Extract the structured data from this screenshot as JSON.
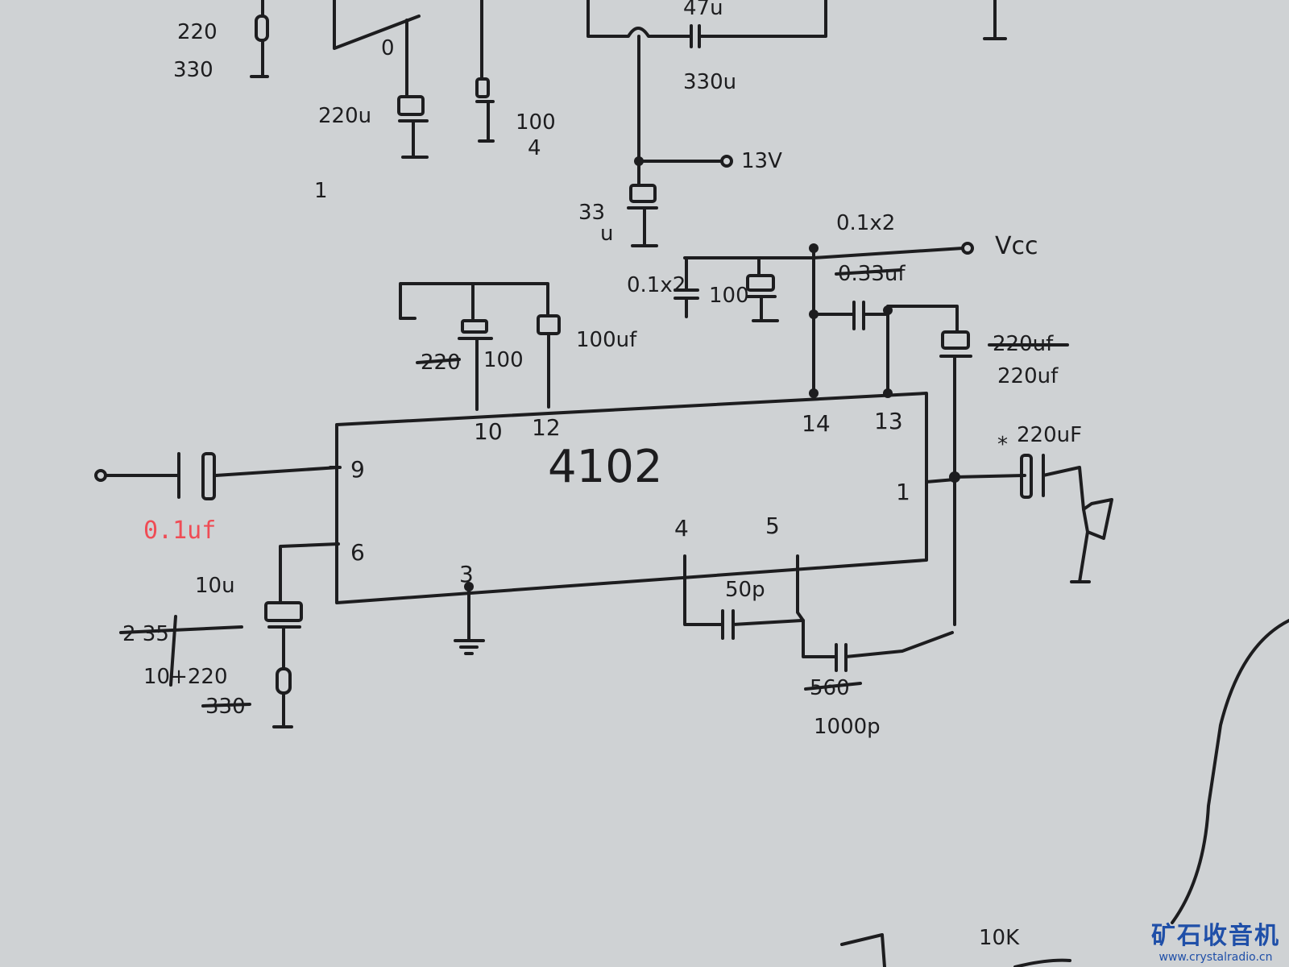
{
  "colors": {
    "ink": "#1d1d1f",
    "paper": "#cfd2d4",
    "red_label": "#ef4c55",
    "watermark": "#1f4fa8"
  },
  "top_section": {
    "left_resistor": [
      "220",
      "330"
    ],
    "cap_220u": "220u",
    "pin_mark": "0",
    "res_100": [
      "100",
      "4"
    ],
    "bottom_left_mark": "1",
    "cap_47u": "47u",
    "cap_330u": "330u",
    "rail_13v": "13V",
    "cap_33u": "33",
    "cap_33u_unit": "u"
  },
  "ic": {
    "part_number": "4102",
    "pins": {
      "p9": "9",
      "p6": "6",
      "p10": "10",
      "p12": "12",
      "p14": "14",
      "p13": "13",
      "p1": "1",
      "p3": "3",
      "p4": "4",
      "p5": "5"
    }
  },
  "components": {
    "input_cap": "0.1uf",
    "cap_10u": "10u",
    "strike_pin6": "2 35",
    "res_pin6": "10+220",
    "strike_pin6b": "330",
    "strike_220": "220",
    "res_100_p10": "100",
    "cap_100uf_p12": "100uf",
    "vcc_cap": "0.1x2",
    "vcc_cap2": "0.1x2",
    "cap_100": "100",
    "strike_cap_13": "0.33uf",
    "strike_220uf": "220uf",
    "cap_220uf": "220uf",
    "out_star": "*",
    "out_cap": "220uF",
    "cap_50p": "50p",
    "strike_1000p": "560",
    "cap_1000p": "1000p",
    "vcc": "Vcc",
    "res_10k": "10K"
  },
  "watermark": {
    "logo": "矿石收音机",
    "url": "www.crystalradio.cn"
  }
}
